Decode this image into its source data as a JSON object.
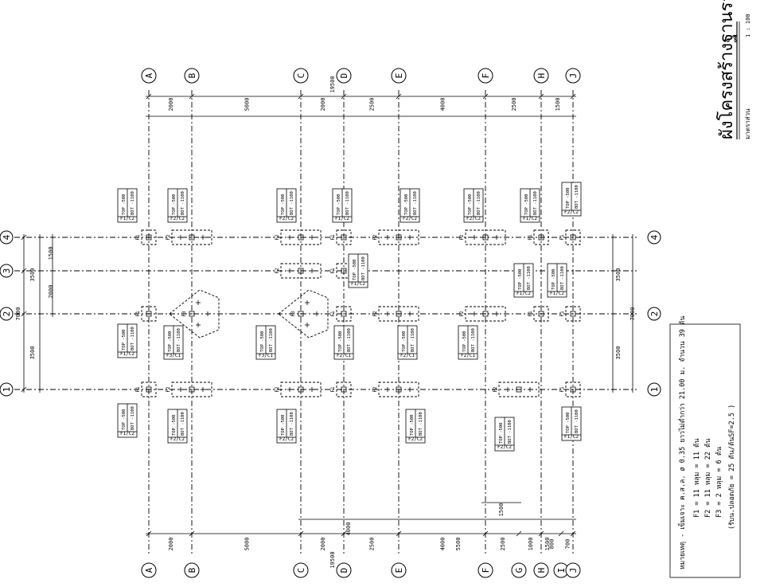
{
  "title": {
    "main": "ผังโครงสร้างฐานราก",
    "scale_prefix": "มาตราส่วน",
    "scale": "1 : 100"
  },
  "grid_letters": [
    "A",
    "B",
    "C",
    "D",
    "E",
    "F",
    "H",
    "J"
  ],
  "grid_letters_bottom": [
    "A",
    "B",
    "C",
    "D",
    "E",
    "F",
    "G",
    "H",
    "I",
    "J"
  ],
  "grid_numbers": [
    "1",
    "2",
    "3",
    "4"
  ],
  "dims_top": [
    "2000",
    "5000",
    "2000",
    "2500",
    "4000",
    "2500",
    "1500"
  ],
  "dim_top_total": "19500",
  "dims_bottom": [
    "2000",
    "5000",
    "2000",
    "2500",
    "4000",
    "2500",
    "1000",
    "800",
    "700"
  ],
  "dims_bottom_extra": [
    "4000",
    "5500",
    "1500",
    "1500"
  ],
  "dim_bottom_total": "19500",
  "dims_left": [
    "3500",
    "3500",
    "2000",
    "1500"
  ],
  "dim_left_total": "7000",
  "dims_right": [
    "3500",
    "3500"
  ],
  "dim_right_total": "7000",
  "footing_tags": [
    {
      "id": "t1",
      "name": "F1/C2",
      "top": "TOP -500",
      "bot": "BOT -1100"
    },
    {
      "id": "t2",
      "name": "F2/C2",
      "top": "TOP -500",
      "bot": "BOT -1100"
    },
    {
      "id": "t3",
      "name": "F3/C1",
      "top": "TOP -500",
      "bot": "BOT -1100"
    },
    {
      "id": "t4",
      "name": "F1/C2",
      "top": "TOP -500",
      "bot": "BOT -1100"
    },
    {
      "id": "t5",
      "name": "F2/C1",
      "top": "TOP -500",
      "bot": "BOT -1100"
    }
  ],
  "pile_labels": [
    "F1",
    "F2",
    "F3"
  ],
  "notes": {
    "line1": "หมายเหตุ  -  เข็มเจาะ ค.ส.ล. ø 0.35 ยาวไม่ต่ำกว่า 21.00 ม. จำนวน 39 ต้น",
    "line2": "F1 = 11   หลุม = 11   ต้น",
    "line3": "F2 = 11   หลุม = 22   ต้น",
    "line4": "F3 = 2   หลุม = 6   ต้น",
    "line5": "(รับน.ปลอดภัย = 25 ตัน/ต้นSF=2.5 )"
  }
}
